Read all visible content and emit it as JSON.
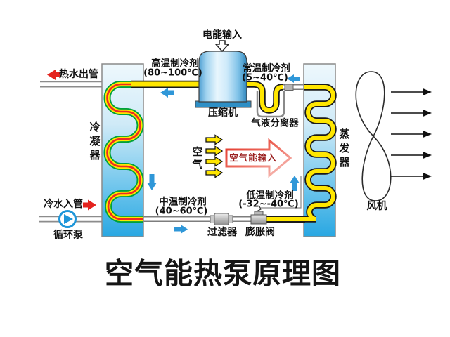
{
  "title": "空气能热泵原理图",
  "components": {
    "electric_input": "电能输入",
    "compressor": "压缩机",
    "condenser": "冷凝器",
    "evaporator": "蒸发器",
    "gas_liquid_separator": "气液分离器",
    "filter": "过滤器",
    "expansion_valve": "膨胀阀",
    "circulation_pump": "循环泵",
    "fan": "风机"
  },
  "pipes": {
    "hot_water_out": "热水出管",
    "cold_water_in": "冷水入管"
  },
  "refrigerant_states": {
    "high_temp": {
      "label": "高温制冷剂",
      "range": "(80~100℃)"
    },
    "normal_temp": {
      "label": "常温制冷剂",
      "range": "(5~40℃)"
    },
    "medium_temp": {
      "label": "中温制冷剂",
      "range": "(40~60℃)"
    },
    "low_temp": {
      "label": "低温制冷剂",
      "range": "(-32~-40℃)"
    }
  },
  "air": {
    "label": "空气",
    "energy_input": "空气能输入",
    "inlet_arrow_count": 4,
    "outlet_arrow_count": 5
  },
  "colors": {
    "column_blue": "#29a7e2",
    "pipe_yellow": "#ffe600",
    "coil_green": "#00a13a",
    "coil_red": "#ee2a22",
    "arrow_red": "#e4231e",
    "arrow_blue": "#2f97d8",
    "air_energy_text": "#9b1f1f"
  }
}
